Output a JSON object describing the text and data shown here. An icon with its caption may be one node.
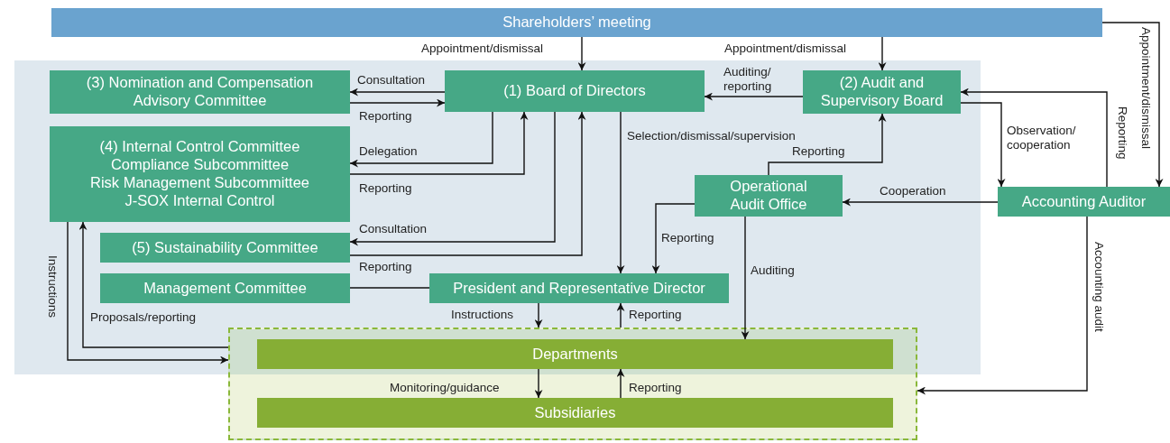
{
  "diagram": {
    "nodes": [
      {
        "text": [
          "Shareholders’ meeting"
        ]
      },
      {
        "text": [
          "(1) Board of Directors"
        ]
      },
      {
        "text": [
          "(2) Audit and Supervisory Board"
        ]
      },
      {
        "text": [
          "(3) Nomination and Compensation Advisory Committee"
        ]
      },
      {
        "text": [
          "(4) Internal Control Committee",
          "Compliance Subcommittee",
          "Risk Management Subcommittee",
          "J-SOX Internal Control"
        ]
      },
      {
        "text": [
          "(5) Sustainability Committee"
        ]
      },
      {
        "text": [
          "Management Committee"
        ]
      },
      {
        "text": [
          "President and Representative Director"
        ]
      },
      {
        "text": [
          "Operational Audit Office"
        ]
      },
      {
        "text": [
          "Accounting Auditor"
        ]
      },
      {
        "text": [],
        "shape": "box"
      },
      {
        "text": [
          "Departments"
        ],
        "in": 10
      },
      {
        "text": [
          "Subsidiaries"
        ],
        "in": 10
      }
    ],
    "edges": [
      {
        "from": 0,
        "to": 1,
        "arrow": "to",
        "label": "Appointment/dismissal"
      },
      {
        "from": 0,
        "to": 2,
        "arrow": "to",
        "label": "Appointment/dismissal"
      },
      {
        "from": 0,
        "to": 9,
        "arrow": "to",
        "label": "Appointment/dismissal"
      },
      {
        "from": 1,
        "to": 3,
        "arrow": "to",
        "label": "Consultation"
      },
      {
        "from": 3,
        "to": 1,
        "arrow": "to",
        "label": "Reporting"
      },
      {
        "from": 2,
        "to": 1,
        "arrow": "to",
        "label": "Auditing/ reporting"
      },
      {
        "from": 1,
        "to": 4,
        "arrow": "to",
        "label": "Delegation"
      },
      {
        "from": 4,
        "to": 1,
        "arrow": "to",
        "label": "Reporting"
      },
      {
        "from": 1,
        "to": 5,
        "arrow": "to",
        "label": "Consultation"
      },
      {
        "from": 5,
        "to": 1,
        "arrow": "to",
        "label": "Reporting"
      },
      {
        "from": 1,
        "to": 7,
        "arrow": "to",
        "label": "Selection/dismissal/supervision"
      },
      {
        "from": 8,
        "to": 2,
        "arrow": "to",
        "label": "Reporting"
      },
      {
        "from": 2,
        "to": 9,
        "arrow": "to",
        "label": "Observation/ cooperation"
      },
      {
        "from": 9,
        "to": 2,
        "arrow": "to",
        "label": "Reporting"
      },
      {
        "from": 9,
        "to": 8,
        "arrow": "to",
        "label": "Cooperation"
      },
      {
        "from": 8,
        "to": 7,
        "arrow": "to",
        "label": "Reporting"
      },
      {
        "from": 8,
        "to": 11,
        "arrow": "to",
        "label": "Auditing"
      },
      {
        "from": 6,
        "to": 7,
        "arrow": "none"
      },
      {
        "from": 7,
        "to": 10,
        "arrow": "to",
        "label": "Instructions"
      },
      {
        "from": 10,
        "to": 7,
        "arrow": "to",
        "label": "Reporting"
      },
      {
        "from": 11,
        "to": 12,
        "arrow": "to",
        "label": "Monitoring/guidance"
      },
      {
        "from": 12,
        "to": 11,
        "arrow": "to",
        "label": "Reporting"
      },
      {
        "from": 9,
        "to": 10,
        "arrow": "to",
        "label": "Accounting audit"
      },
      {
        "from": 4,
        "to": 10,
        "arrow": "to",
        "label": "Instructions"
      },
      {
        "from": 10,
        "to": 4,
        "arrow": "to",
        "label": "Proposals/reporting"
      }
    ]
  }
}
